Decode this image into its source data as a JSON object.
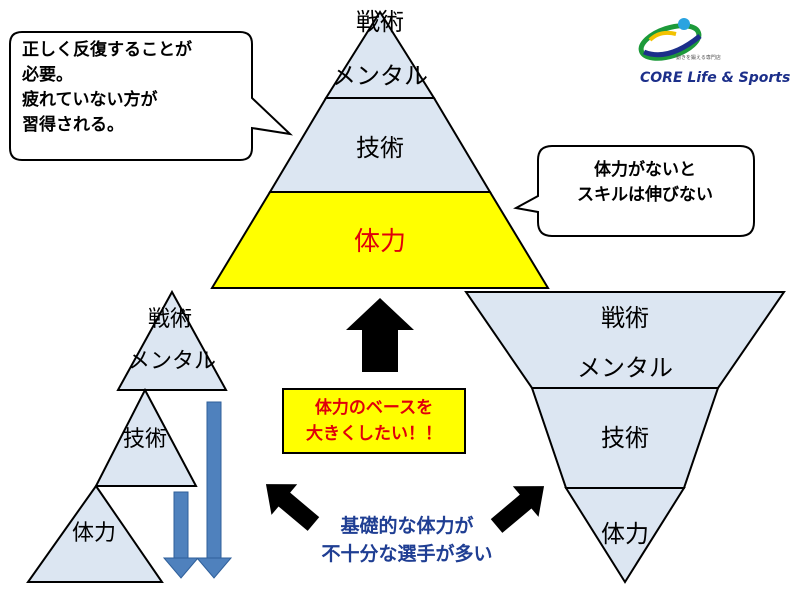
{
  "top_pyramid": {
    "senjutsu": "戦術",
    "mental": "メンタル",
    "gijutsu": "技術",
    "tairyoku": "体力"
  },
  "left_pyramid": {
    "senjutsu": "戦術",
    "mental": "メンタル",
    "gijutsu": "技術",
    "tairyoku": "体力"
  },
  "right_pyramid": {
    "senjutsu": "戦術",
    "mental": "メンタル",
    "gijutsu": "技術",
    "tairyoku": "体力"
  },
  "callout_left": {
    "line1": "正しく反復することが",
    "line2": "必要。",
    "line3": "疲れていない方が",
    "line4": "習得される。"
  },
  "callout_right": {
    "line1": "体力がないと",
    "line2": "スキルは伸びない"
  },
  "center_box": {
    "line1": "体力のベースを",
    "line2": "大きくしたい！！"
  },
  "bottom_text": {
    "line1": "基礎的な体力が",
    "line2": "不十分な選手が多い"
  },
  "logo": {
    "name": "CORE Life & Sports",
    "tagline": "動きを鍛える専門店"
  },
  "colors": {
    "tier_fill": "#dce6f2",
    "base_fill": "#ffff00",
    "base_text": "#e0000a",
    "down_arrow": "#4f81bd",
    "bottom_text": "#1f3e93"
  }
}
